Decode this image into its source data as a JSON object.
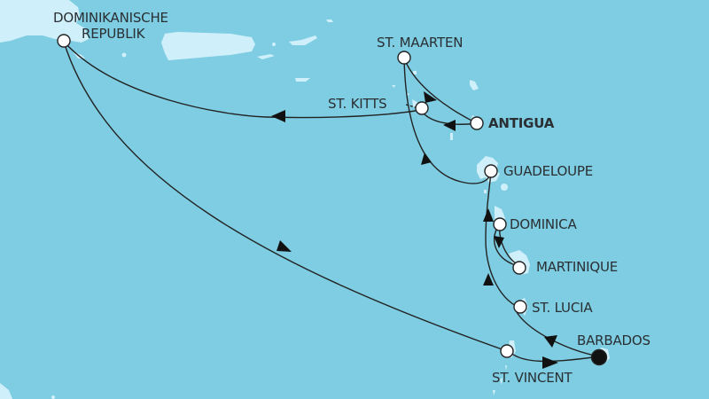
{
  "map": {
    "colors": {
      "sea": "#7ECDE2",
      "land": "#CFF0FB",
      "route": "#222222",
      "port_fill": "#ffffff",
      "start_port_fill": "#111111",
      "text": "#2a2f33"
    },
    "ports": [
      {
        "id": "dominikanische-republik",
        "label_line1": "DOMINIKANISCHE",
        "label_line2": "REPUBLIK"
      },
      {
        "id": "st-maarten",
        "label": "ST. MAARTEN"
      },
      {
        "id": "st-kitts",
        "label": "ST. KITTS"
      },
      {
        "id": "antigua",
        "label": "ANTIGUA",
        "highlighted": true
      },
      {
        "id": "guadeloupe",
        "label": "GUADELOUPE"
      },
      {
        "id": "dominica",
        "label": "DOMINICA"
      },
      {
        "id": "martinique",
        "label": "MARTINIQUE"
      },
      {
        "id": "st-lucia",
        "label": "ST. LUCIA"
      },
      {
        "id": "barbados",
        "label": "BARBADOS",
        "start_end": true
      },
      {
        "id": "st-vincent",
        "label": "ST. VINCENT"
      }
    ]
  }
}
